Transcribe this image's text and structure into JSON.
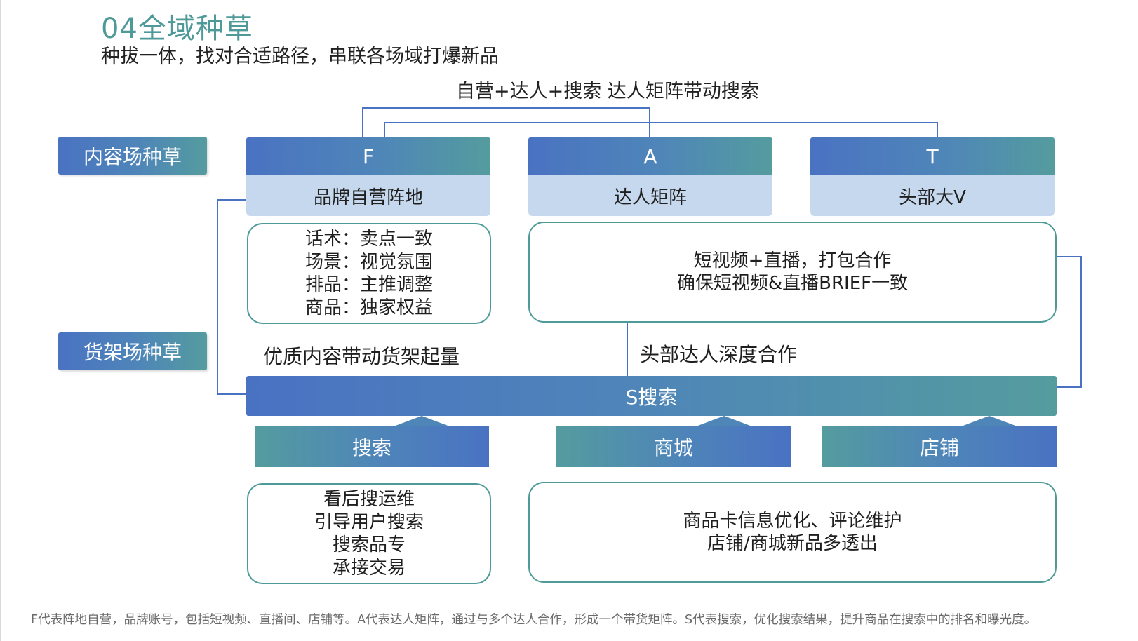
{
  "title": "04全域种草",
  "subtitle": "种拔一体，找对合适路径，串联各场域打爆新品",
  "top_label": "自营+达人+搜索  达人矩阵带动搜索",
  "side_labels": {
    "content": "内容场种草",
    "shelf": "货架场种草"
  },
  "columns": [
    {
      "letter": "F",
      "name": "品牌自营阵地"
    },
    {
      "letter": "A",
      "name": "达人矩阵"
    },
    {
      "letter": "T",
      "name": "头部大V"
    }
  ],
  "f_box_lines": [
    "话术：卖点一致",
    "场景：视觉氛围",
    "排品：主推调整",
    "商品：独家权益"
  ],
  "at_box_lines": [
    "短视频+直播，打包合作",
    "确保短视频&直播BRIEF一致"
  ],
  "mid_left": "优质内容带动货架起量",
  "mid_right": "头部达人深度合作",
  "search_bar": "S搜索",
  "search_subs": [
    "搜索",
    "商城",
    "店铺"
  ],
  "bottom_left_lines": [
    "看后搜运维",
    "引导用户搜索",
    "搜索品专",
    "承接交易"
  ],
  "bottom_right_lines": [
    "商品卡信息优化、评论维护",
    "店铺/商城新品多透出"
  ],
  "footnote": "F代表阵地自营，品牌账号，包括短视频、直播间、店铺等。A代表达人矩阵，通过与多个达人合作，形成一个带货矩阵。S代表搜索，优化搜索结果，提升商品在搜索中的排名和曝光度。",
  "colors": {
    "accent_teal": "#4f9a99",
    "accent_blue": "#4a72c2",
    "light_blue": "#c6d8ee"
  }
}
